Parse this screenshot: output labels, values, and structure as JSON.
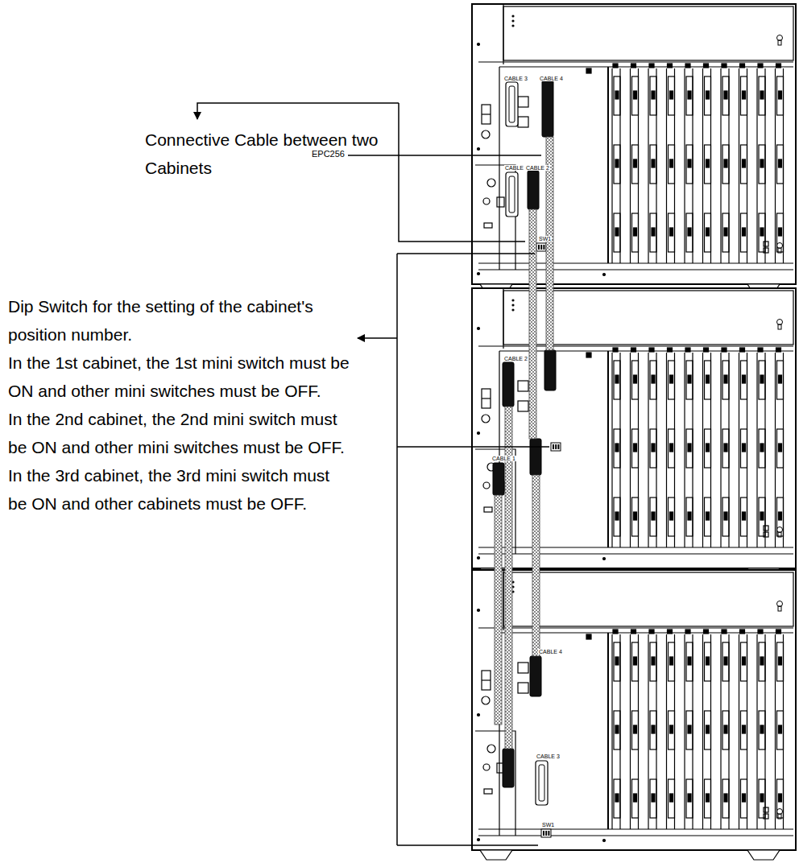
{
  "diagram": {
    "labels": [
      "Connective Cable between two Cabinets",
      "EPC256",
      "Dip Switch for the setting of the cabinet's position number.",
      "In the 1st cabinet, the 1st mini switch must be ON and other mini switches must be OFF.",
      "In the 2nd cabinet, the 2nd mini switch must be ON and other mini switches must be OFF.",
      "In the 3rd cabinet, the 3rd mini switch must be ON and other cabinets must be OFF.",
      "CABLE 3",
      "CABLE 4",
      "CABLE 1",
      "CABLE 2",
      "SW1",
      "CABLE 2",
      "CABLE 1",
      "CABLE 4",
      "CABLE 3",
      "SW1"
    ]
  }
}
